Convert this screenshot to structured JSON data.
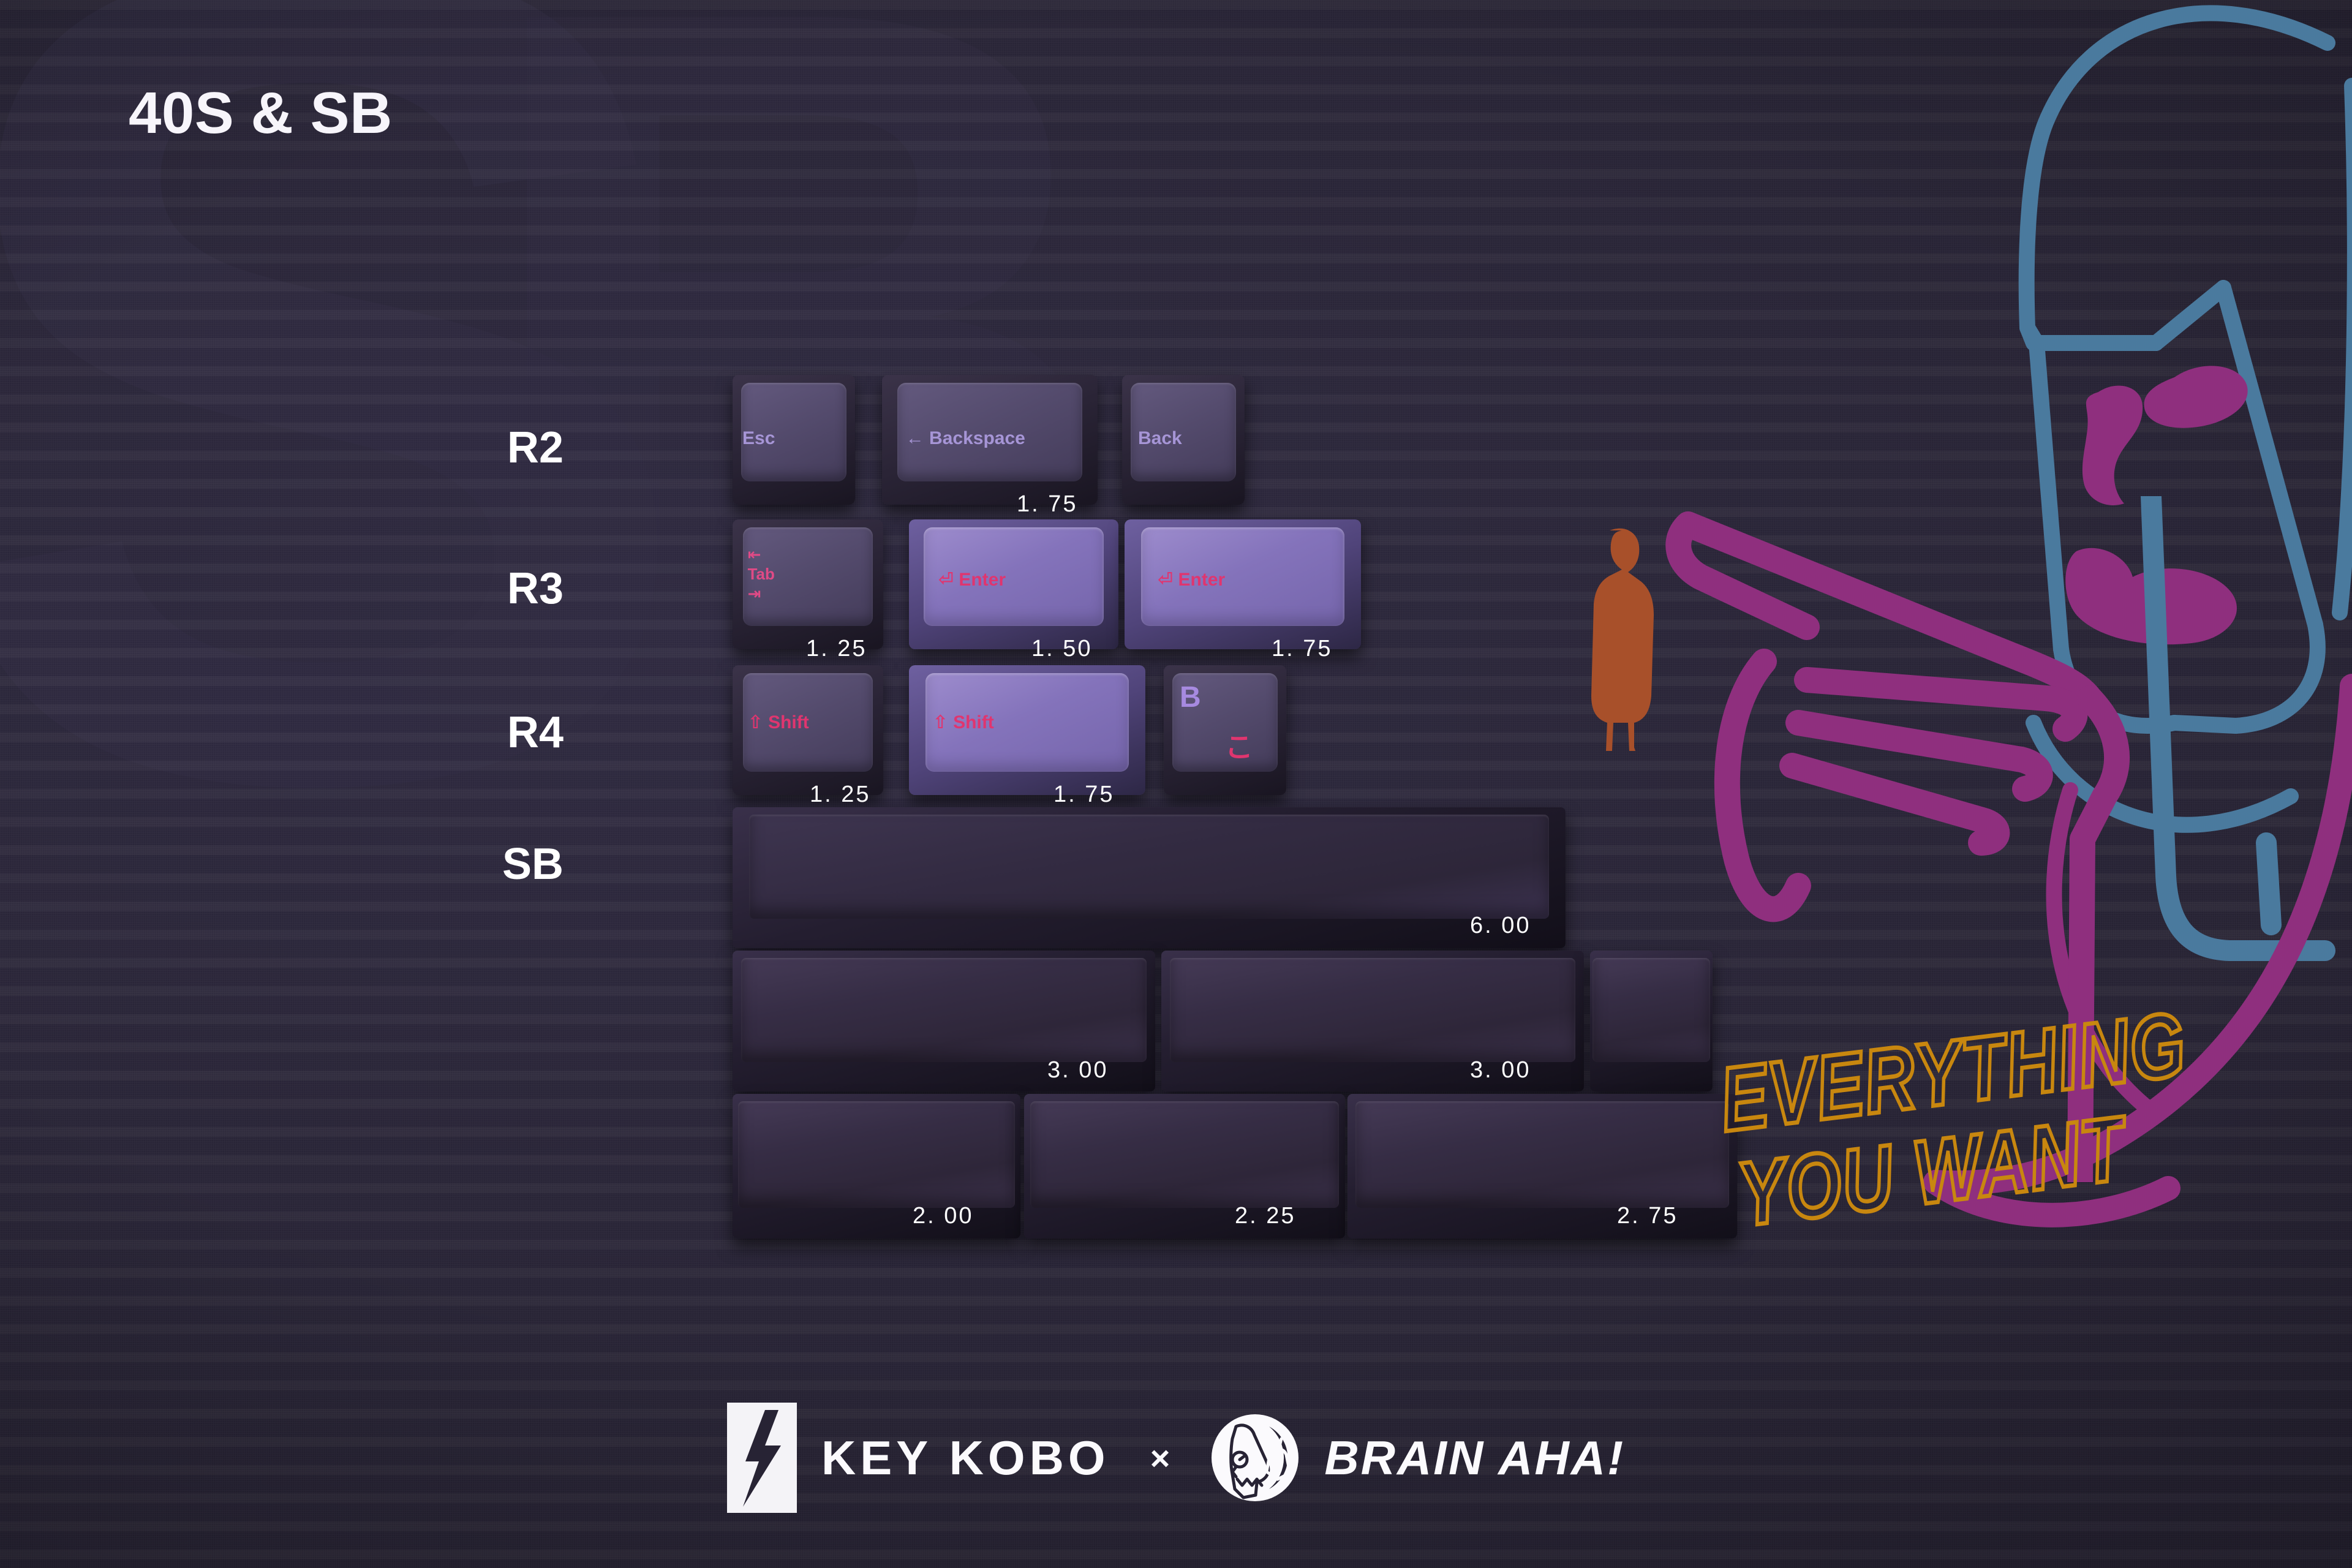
{
  "page": {
    "title": "40S & SB",
    "background_color": "#272334",
    "accent_purple": "#8473bb",
    "legend_pink": "#e0356f",
    "legend_lilac": "#a695d6",
    "outline_gold": "#c8870f",
    "art_blue": "#4a7a9e",
    "art_magenta": "#8f2f7e",
    "figure_rust": "#a8502a"
  },
  "rows": [
    {
      "label": "R2"
    },
    {
      "label": "R3"
    },
    {
      "label": "R4"
    },
    {
      "label": "SB"
    }
  ],
  "keys": {
    "r2": [
      {
        "name": "esc",
        "legend": "Esc",
        "width": "",
        "accent": false
      },
      {
        "name": "backspace",
        "legend": "← Backspace",
        "width": "1. 75",
        "accent": false
      },
      {
        "name": "back",
        "legend": "Back",
        "width": "",
        "accent": false
      }
    ],
    "r3": [
      {
        "name": "tab",
        "legend_top": "⇤",
        "legend_mid": "Tab",
        "legend_bot": "⇥",
        "width": "1. 25",
        "accent": false
      },
      {
        "name": "enter-15",
        "legend": "⏎ Enter",
        "width": "1. 50",
        "accent": true
      },
      {
        "name": "enter-175",
        "legend": "⏎ Enter",
        "width": "1. 75",
        "accent": true
      }
    ],
    "r4": [
      {
        "name": "shift-125",
        "legend": "⇧ Shift",
        "width": "1. 25",
        "accent": false
      },
      {
        "name": "shift-175",
        "legend": "⇧ Shift",
        "width": "1. 75",
        "accent": true
      },
      {
        "name": "b-ko",
        "legend_primary": "B",
        "legend_secondary": "こ",
        "width": "",
        "accent": false
      }
    ],
    "sb": [
      {
        "name": "spacebar-600",
        "width": "6. 00"
      }
    ],
    "sb2": [
      {
        "name": "spacebar-300-left",
        "width": "3. 00"
      },
      {
        "name": "spacebar-300-right",
        "width": "3. 00"
      },
      {
        "name": "spacebar-extra",
        "width": ""
      }
    ],
    "sb3": [
      {
        "name": "spacebar-200",
        "width": "2. 00"
      },
      {
        "name": "spacebar-225",
        "width": "2. 25"
      },
      {
        "name": "spacebar-275",
        "width": "2. 75"
      }
    ]
  },
  "tagline": {
    "line1": "EVERYTHING",
    "line2": "YOU WANT"
  },
  "footer": {
    "brand_left": "KEY KOBO",
    "separator": "×",
    "brand_right": "BRAIN AHA!"
  }
}
